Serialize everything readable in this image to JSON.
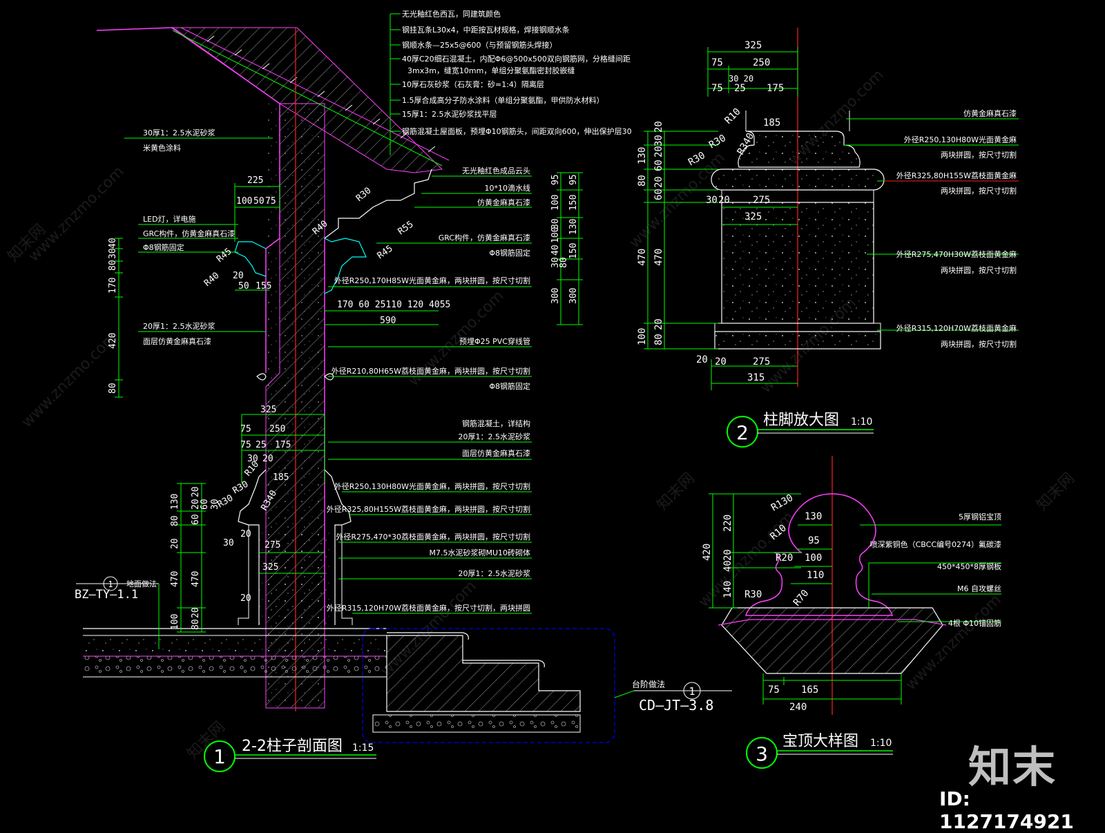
{
  "drawing": {
    "background": "#000000",
    "colors": {
      "line": "#00ff00",
      "text": "#ffffff",
      "centerline": "#ff2020",
      "outline": "#ff40ff",
      "leader": "#00ff00",
      "block": "#0000ff"
    },
    "top_notes": [
      "无光釉红色西瓦，同建筑颜色",
      "钢挂瓦条L30x4，中距按瓦材规格，焊接钢顺水条",
      "钢顺水条—25x5@600（与预留钢筋头焊接）",
      "40厚C20细石混凝土，内配Φ6@500x500双向钢筋网，分格缝间距",
      "3mx3m，缝宽10mm，单组分聚氨酯密封胶嵌缝",
      "10厚石灰砂浆（石灰膏：砂=1:4）隔离层",
      "1.5厚合成高分子防水涂料（单组分聚氨酯，甲供防水材料）",
      "15厚1：2.5水泥砂浆找平层",
      "钢筋混凝土屋面板，预埋Φ10钢筋头，间距双向600，伸出保护层30"
    ],
    "left_notes": {
      "a1": "30厚1：2.5水泥砂浆",
      "a2": "米黄色涂料",
      "b1": "LED灯，详电施",
      "b2": "GRC构件，仿黄金麻真石漆",
      "b3": "Φ8钢筋固定",
      "c1": "20厚1：2.5水泥砂浆",
      "c2": "面层仿黄金麻真石漆"
    },
    "mid_notes": [
      "无光釉红色成品云头",
      "10*10滴水线",
      "仿黄金麻真石漆",
      "GRC构件，仿黄金麻真石漆",
      "Φ8钢筋固定",
      "外径R250,170H85W光面黄金麻，两块拼圆，按尺寸切割",
      "预埋Φ25 PVC穿线管",
      "外径R210,80H65W荔枝面黄金麻，两块拼圆，按尺寸切割",
      "Φ8钢筋固定",
      "钢筋混凝土，详结构",
      "20厚1：2.5水泥砂浆",
      "面层仿黄金麻真石漆",
      "外径R250,130H80W光面黄金麻，两块拼圆，按尺寸切割",
      "外径R325,80H155W荔枝面黄金麻，两块拼圆，按尺寸切割",
      "外径R275,470*30荔枝面黄金麻，两块拼圆，按尺寸切割",
      "M7.5水泥砂浆砌MU10砖砌体",
      "20厚1：2.5水泥砂浆",
      "外径R315,120H70W荔枝面黄金麻，按尺寸切割，两块拼圆"
    ],
    "right_notes": [
      "仿黄金麻真石漆",
      "外径R250,130H80W光面黄金麻",
      "两块拼圆，按尺寸切割",
      "外径R325,80H155W荔枝面黄金麻",
      "两块拼圆，按尺寸切割",
      "外径R275,470H30W荔枝面黄金麻",
      "两块拼圆，按尺寸切割",
      "外径R315,120H70W荔枝面黄金麻",
      "两块拼圆，按尺寸切割"
    ],
    "finial_notes": [
      "5厚钢铝宝顶",
      "喷深紫铜色（CBCC编号0274）氟碳漆",
      "450*450*8厚钢板",
      "M6 自攻螺丝",
      "4根 Φ10锚固筋"
    ],
    "refs": {
      "ground_label": "地面做法",
      "ground_num": "1",
      "ground_code": "BZ—TY—1.1",
      "step_label": "台阶做法",
      "step_num": "1",
      "step_code": "CD—JT—3.8"
    },
    "titles": {
      "t1_num": "1",
      "t1_name": "2-2柱子剖面图",
      "t1_scale": "1:15",
      "t2_num": "2",
      "t2_name": "柱脚放大图",
      "t2_scale": "1:10",
      "t3_num": "3",
      "t3_name": "宝顶大样图",
      "t3_scale": "1:10"
    },
    "dims": {
      "d225": "225",
      "d100": "100",
      "d50": "50",
      "d75": "75",
      "d50b": "50",
      "d155": "155",
      "d20": "20",
      "r30": "R30",
      "r40": "R40",
      "r55": "R55",
      "r45": "R45",
      "r45b": "R45",
      "r40b": "R40",
      "bot_row": "170  60 25110  120 4055",
      "d590": "590",
      "v1": "95",
      "v2": "150",
      "v3": "100",
      "v4": "130",
      "v5": "150",
      "v6": "300",
      "w1": "95",
      "w2": "100",
      "w3": "30",
      "w4": "40",
      "w5": "30",
      "w6": "80",
      "w7": "300",
      "l1": "40",
      "l2": "30",
      "l3": "80",
      "l4": "170",
      "l5": "420",
      "l6": "80",
      "p325": "325",
      "p75": "75",
      "p250": "250",
      "p75b": "75",
      "p25": "25",
      "p175": "175",
      "p30": "30",
      "p20": "20",
      "pr10": "R10",
      "p185": "185",
      "pr30": "R30",
      "pr340": "R340",
      "pr30b": "R30",
      "p275": "275",
      "p325b": "325",
      "p30b": "30",
      "p20b": "20",
      "p20c": "20",
      "pv130": "130",
      "pv80": "80",
      "pv20": "20",
      "pv60": "60",
      "pv20b": "20",
      "pv60b": "60",
      "pv30": "30",
      "pv470": "470",
      "pv470b": "470",
      "pv20c": "20",
      "pv20d": "20",
      "pv100": "100",
      "pv80b": "80",
      "q325": "325",
      "q75": "75",
      "q250": "250",
      "q3020": "30 20",
      "q75b": "75",
      "q25": "25",
      "q175": "175",
      "qr10": "R10",
      "q185": "185",
      "qr30": "R30",
      "qr340": "R340",
      "qr30b": "R30",
      "q30": "30",
      "q20": "20",
      "q275": "275",
      "q325b": "325",
      "q20b": "20",
      "q20c": "20",
      "q275b": "275",
      "q315": "315",
      "qv130": "130",
      "qv80": "80",
      "qv20": "20",
      "qv30": "30",
      "qv20b": "20",
      "qv60": "60",
      "qv20c": "20",
      "qv60b": "60",
      "qv470": "470",
      "qv470b": "470",
      "qv100": "100",
      "qv20d": "20",
      "qv80b": "80",
      "f420": "420",
      "f220": "220",
      "f20": "20",
      "f40": "40",
      "f140": "140",
      "fr130": "R130",
      "f130": "130",
      "fr10": "R10",
      "f95": "95",
      "fr20": "R20",
      "f100": "100",
      "f110": "110",
      "fr30": "R30",
      "fr70": "R70",
      "f75": "75",
      "f165": "165",
      "f240": "240"
    },
    "watermark": {
      "site": "www.znzmo.com",
      "brand_cn": "知末网",
      "logo": "知末",
      "id": "ID: 1127174921"
    }
  }
}
